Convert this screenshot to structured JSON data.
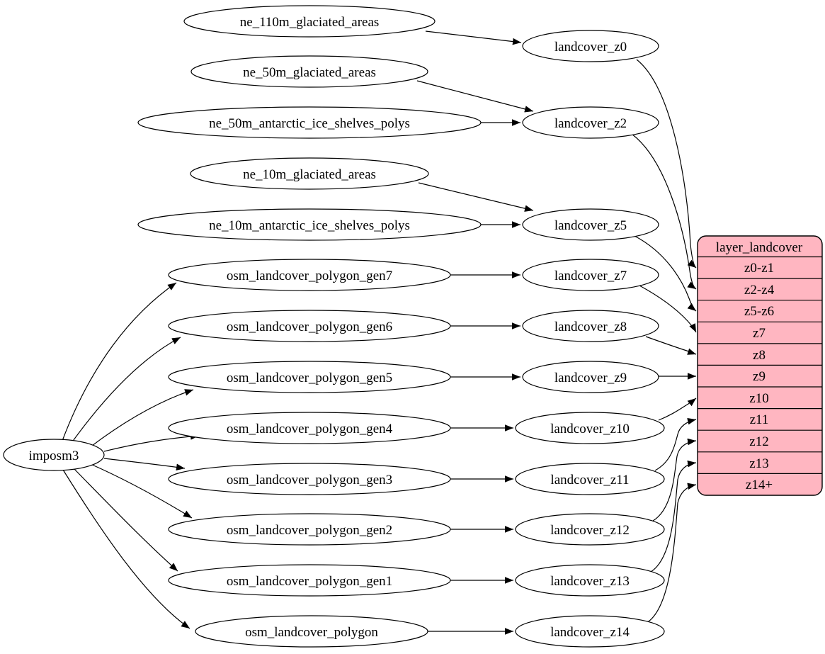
{
  "diagram": {
    "description": "ETL dependency graph for the landcover layer",
    "colors": {
      "background": "#ffffff",
      "node_fill": "#ffffff",
      "node_stroke": "#000000",
      "edge": "#000000",
      "table_fill": "#ffb6c1",
      "table_stroke": "#000000"
    },
    "nodes": {
      "imposm3": "imposm3",
      "ne_110m_glaciated_areas": "ne_110m_glaciated_areas",
      "ne_50m_glaciated_areas": "ne_50m_glaciated_areas",
      "ne_50m_antarctic_ice_shelves_polys": "ne_50m_antarctic_ice_shelves_polys",
      "ne_10m_glaciated_areas": "ne_10m_glaciated_areas",
      "ne_10m_antarctic_ice_shelves_polys": "ne_10m_antarctic_ice_shelves_polys",
      "osm_landcover_polygon_gen7": "osm_landcover_polygon_gen7",
      "osm_landcover_polygon_gen6": "osm_landcover_polygon_gen6",
      "osm_landcover_polygon_gen5": "osm_landcover_polygon_gen5",
      "osm_landcover_polygon_gen4": "osm_landcover_polygon_gen4",
      "osm_landcover_polygon_gen3": "osm_landcover_polygon_gen3",
      "osm_landcover_polygon_gen2": "osm_landcover_polygon_gen2",
      "osm_landcover_polygon_gen1": "osm_landcover_polygon_gen1",
      "osm_landcover_polygon": "osm_landcover_polygon",
      "landcover_z0": "landcover_z0",
      "landcover_z2": "landcover_z2",
      "landcover_z5": "landcover_z5",
      "landcover_z7": "landcover_z7",
      "landcover_z8": "landcover_z8",
      "landcover_z9": "landcover_z9",
      "landcover_z10": "landcover_z10",
      "landcover_z11": "landcover_z11",
      "landcover_z12": "landcover_z12",
      "landcover_z13": "landcover_z13",
      "landcover_z14": "landcover_z14"
    },
    "layer_table": {
      "title": "layer_landcover",
      "rows": [
        "z0-z1",
        "z2-z4",
        "z5-z6",
        "z7",
        "z8",
        "z9",
        "z10",
        "z11",
        "z12",
        "z13",
        "z14+"
      ]
    },
    "edges": [
      {
        "from": "imposm3",
        "to": "osm_landcover_polygon_gen7"
      },
      {
        "from": "imposm3",
        "to": "osm_landcover_polygon_gen6"
      },
      {
        "from": "imposm3",
        "to": "osm_landcover_polygon_gen5"
      },
      {
        "from": "imposm3",
        "to": "osm_landcover_polygon_gen4"
      },
      {
        "from": "imposm3",
        "to": "osm_landcover_polygon_gen3"
      },
      {
        "from": "imposm3",
        "to": "osm_landcover_polygon_gen2"
      },
      {
        "from": "imposm3",
        "to": "osm_landcover_polygon_gen1"
      },
      {
        "from": "imposm3",
        "to": "osm_landcover_polygon"
      },
      {
        "from": "ne_110m_glaciated_areas",
        "to": "landcover_z0"
      },
      {
        "from": "ne_50m_glaciated_areas",
        "to": "landcover_z2"
      },
      {
        "from": "ne_50m_antarctic_ice_shelves_polys",
        "to": "landcover_z2"
      },
      {
        "from": "ne_10m_glaciated_areas",
        "to": "landcover_z5"
      },
      {
        "from": "ne_10m_antarctic_ice_shelves_polys",
        "to": "landcover_z5"
      },
      {
        "from": "osm_landcover_polygon_gen7",
        "to": "landcover_z7"
      },
      {
        "from": "osm_landcover_polygon_gen6",
        "to": "landcover_z8"
      },
      {
        "from": "osm_landcover_polygon_gen5",
        "to": "landcover_z9"
      },
      {
        "from": "osm_landcover_polygon_gen4",
        "to": "landcover_z10"
      },
      {
        "from": "osm_landcover_polygon_gen3",
        "to": "landcover_z11"
      },
      {
        "from": "osm_landcover_polygon_gen2",
        "to": "landcover_z12"
      },
      {
        "from": "osm_landcover_polygon_gen1",
        "to": "landcover_z13"
      },
      {
        "from": "osm_landcover_polygon",
        "to": "landcover_z14"
      },
      {
        "from": "landcover_z0",
        "to": "layer_landcover.z0-z1"
      },
      {
        "from": "landcover_z2",
        "to": "layer_landcover.z2-z4"
      },
      {
        "from": "landcover_z5",
        "to": "layer_landcover.z5-z6"
      },
      {
        "from": "landcover_z7",
        "to": "layer_landcover.z7"
      },
      {
        "from": "landcover_z8",
        "to": "layer_landcover.z8"
      },
      {
        "from": "landcover_z9",
        "to": "layer_landcover.z9"
      },
      {
        "from": "landcover_z10",
        "to": "layer_landcover.z10"
      },
      {
        "from": "landcover_z11",
        "to": "layer_landcover.z11"
      },
      {
        "from": "landcover_z12",
        "to": "layer_landcover.z12"
      },
      {
        "from": "landcover_z13",
        "to": "layer_landcover.z13"
      },
      {
        "from": "landcover_z14",
        "to": "layer_landcover.z14+"
      }
    ]
  }
}
